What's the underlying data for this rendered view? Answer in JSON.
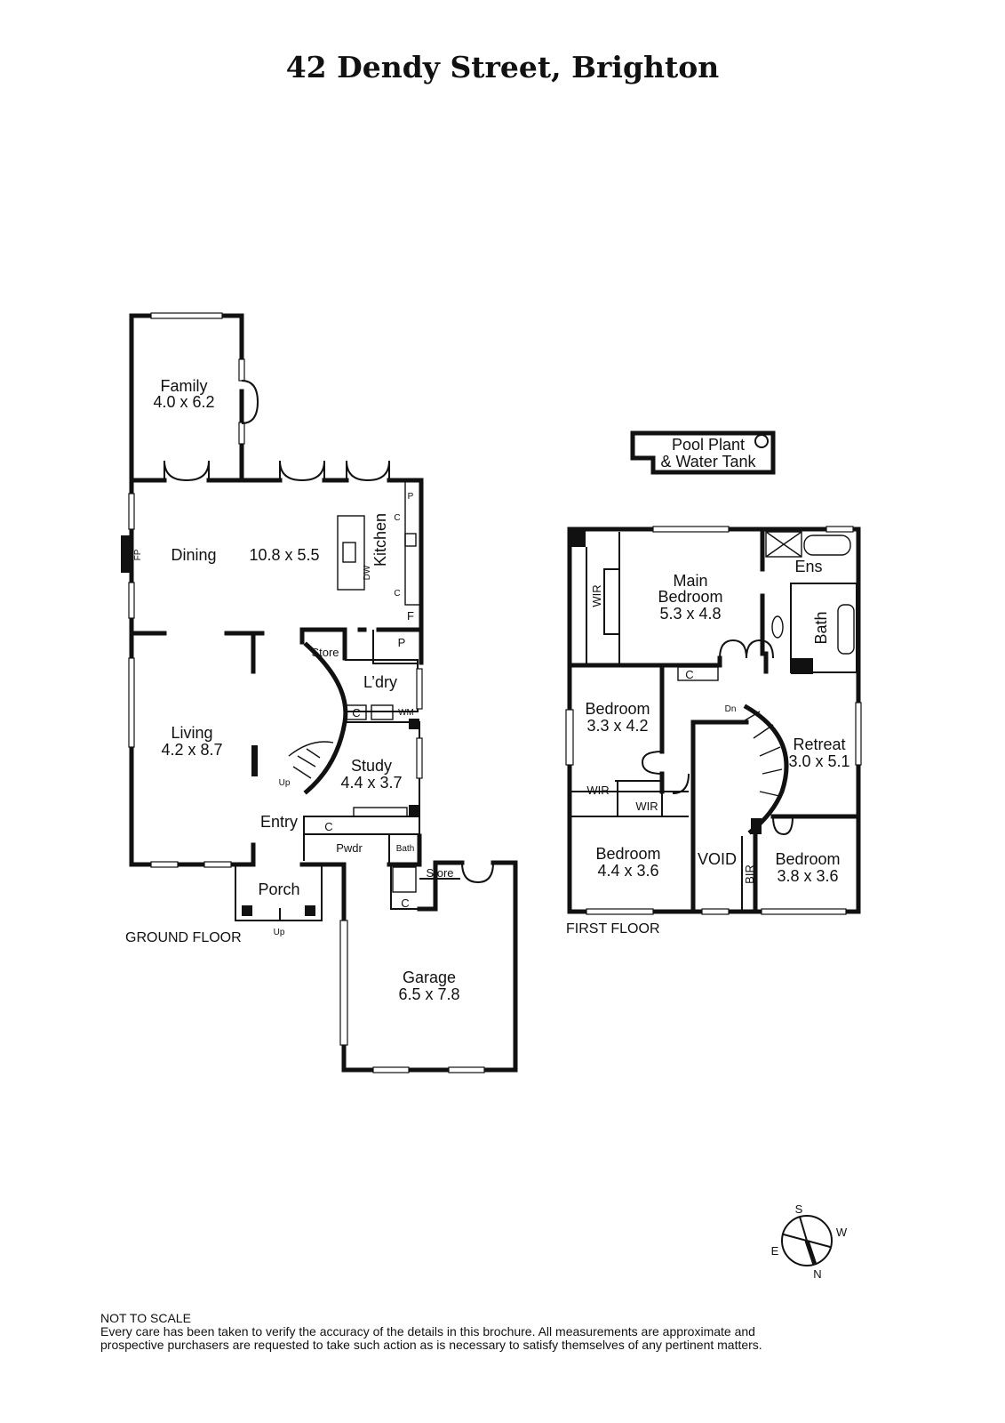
{
  "title": "42 Dendy Street, Brighton",
  "ground_floor": {
    "label": "GROUND FLOOR",
    "family": {
      "name": "Family",
      "dims": "4.0 x 6.2"
    },
    "dining": {
      "name": "Dining",
      "dims": "10.8 x 5.5"
    },
    "kitchen": "Kitchen",
    "living": {
      "name": "Living",
      "dims": "4.2 x 8.7"
    },
    "study": {
      "name": "Study",
      "dims": "4.4 x 3.7"
    },
    "garage": {
      "name": "Garage",
      "dims": "6.5 x 7.8"
    },
    "porch": "Porch",
    "entry": "Entry",
    "pwdr": "Pwdr",
    "bath": "Bath",
    "laundry": "L’dry",
    "store": "Store",
    "garage_store": "Store",
    "fp": "FP",
    "dw": "DW",
    "pantry": "P",
    "cupboard": "C",
    "fridge": "F",
    "wm": "WM",
    "up": "Up"
  },
  "first_floor": {
    "label": "FIRST FLOOR",
    "main_bedroom": {
      "name": "Main",
      "name2": "Bedroom",
      "dims": "5.3 x 4.8"
    },
    "ens": "Ens",
    "bath": "Bath",
    "wir": "WIR",
    "bedroom1": {
      "name": "Bedroom",
      "dims": "3.3 x 4.2"
    },
    "bedroom2": {
      "name": "Bedroom",
      "dims": "4.4 x 3.6"
    },
    "bedroom3": {
      "name": "Bedroom",
      "dims": "3.8 x 3.6"
    },
    "retreat": {
      "name": "Retreat",
      "dims": "3.0 x 5.1"
    },
    "void": "VOID",
    "bir": "BIR",
    "cupboard": "C",
    "dn": "Dn"
  },
  "pool_plant": {
    "line1": "Pool Plant",
    "line2": "& Water Tank"
  },
  "compass": {
    "s": "S",
    "w": "W",
    "n": "N",
    "e": "E"
  },
  "footer": {
    "heading": "NOT TO SCALE",
    "line1": "Every care has been taken to verify the accuracy of the details in this brochure. All measurements are approximate and",
    "line2": "prospective purchasers are requested to take such action as is necessary to satisfy themselves of any pertinent matters."
  }
}
